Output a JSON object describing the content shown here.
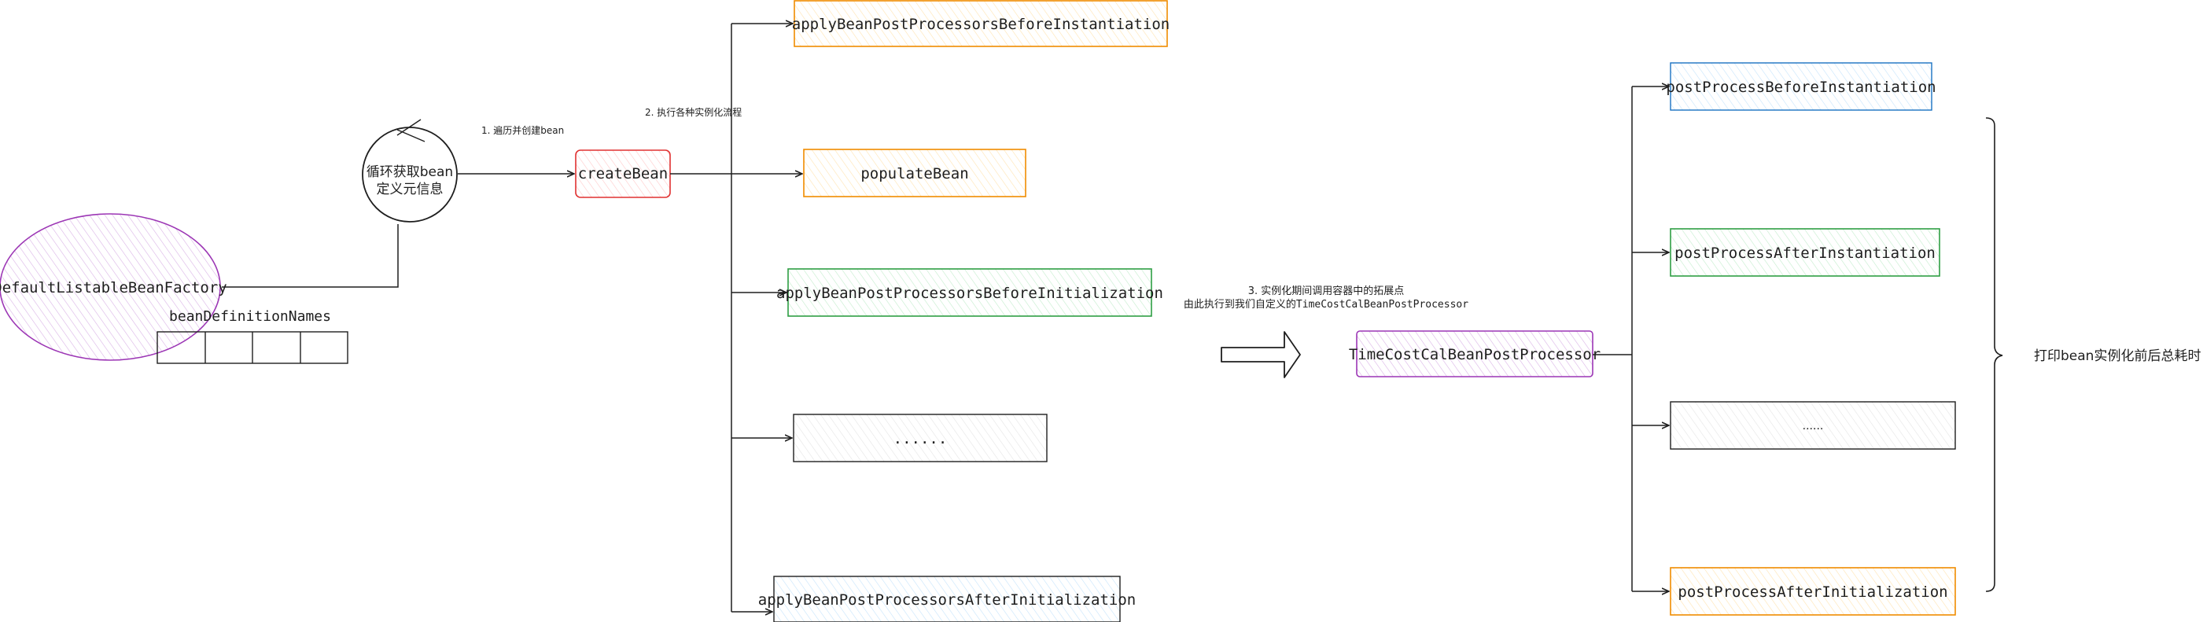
{
  "colors": {
    "orange": "#f08c00",
    "orange_fill": "#fff4e0",
    "red": "#e03131",
    "red_fill": "#ffeaea",
    "green": "#2f9e44",
    "green_fill": "#ebfbee",
    "blue": "#1971c2",
    "blue_fill": "#e7f5ff",
    "purple": "#9c36b5",
    "purple_fill": "#f8f0fc",
    "gray": "#1e1e1e",
    "gray_fill": "#f5f5f5",
    "stroke": "#1e1e1e"
  },
  "nodes": {
    "factory": "DefaultListableBeanFactory",
    "bean_names_label": "beanDefinitionNames",
    "loop_circle": [
      "循环获取bean",
      "定义元信息"
    ],
    "create_bean": "createBean",
    "before_instantiation": "applyBeanPostProcessorsBeforeInstantiation",
    "populate_bean": "populateBean",
    "before_initialization": "applyBeanPostProcessorsBeforeInitialization",
    "ellipsis_mid": "......",
    "after_initialization": "applyBeanPostProcessorsAfterInitialization",
    "time_cost": "TimeCostCalBeanPostProcessor",
    "post_before_inst": "postProcessBeforeInstantiation",
    "post_after_inst": "postProcessAfterInstantiation",
    "ellipsis_right": "......",
    "post_after_init": "postProcessAfterInitialization"
  },
  "annotations": {
    "step1": "1. 遍历并创建bean",
    "step2": "2. 执行各种实例化流程",
    "step3_line1": "3. 实例化期间调用容器中的拓展点",
    "step3_line2": "由此执行到我们自定义的TimeCostCalBeanPostProcessor",
    "summary": "打印bean实例化前后总耗时"
  }
}
